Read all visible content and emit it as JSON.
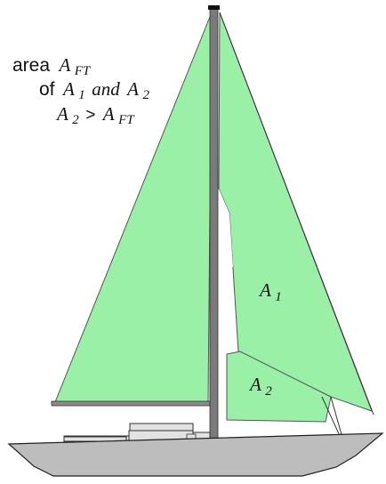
{
  "caption": {
    "line1": {
      "word": "area",
      "var": "A",
      "sub": "FT"
    },
    "line2": {
      "word": "of",
      "var1": "A",
      "sub1": "1",
      "conj": "and",
      "var2": "A",
      "sub2": "2"
    },
    "line3": {
      "var1": "A",
      "sub1": "2",
      "op": ">",
      "var2": "A",
      "sub2": "FT"
    }
  },
  "sail_labels": {
    "a1": {
      "var": "A",
      "sub": "1"
    },
    "a2": {
      "var": "A",
      "sub": "2"
    }
  },
  "colors": {
    "sail_fill": "#99f0a6",
    "sail_stroke": "#555555",
    "hull_fill": "#bdbdbd",
    "mast_fill": "#7a7a7a",
    "cabin_fill": "#e2e2e2",
    "outline": "#222222"
  }
}
